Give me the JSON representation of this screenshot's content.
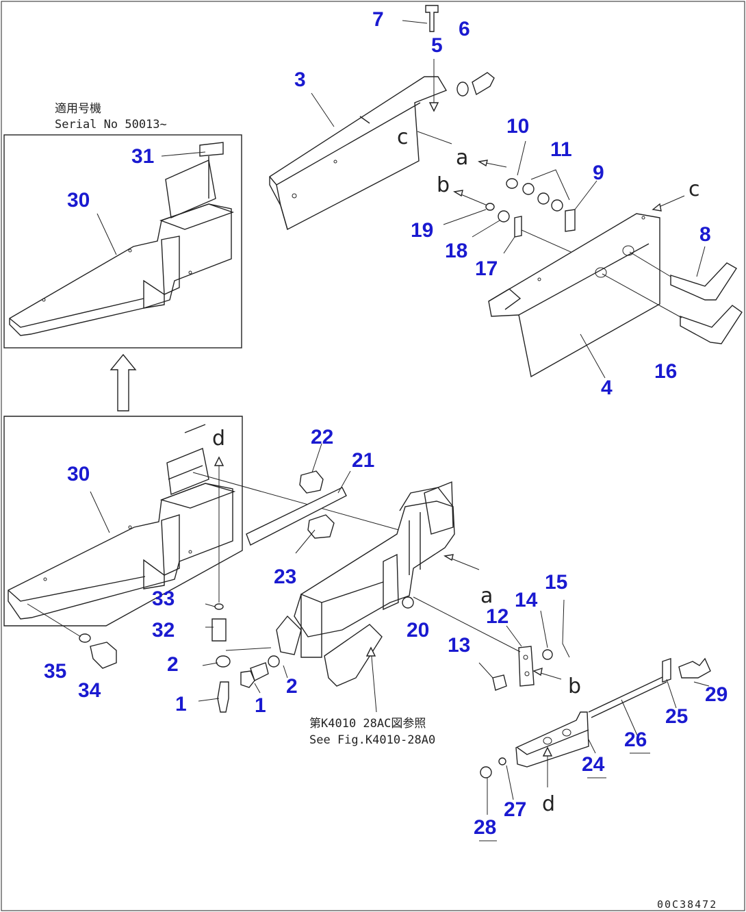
{
  "serial_note": {
    "line1": "適用号機",
    "line2": "Serial No 50013~"
  },
  "see_fig": {
    "line1": "第K4010 28AC図参照",
    "line2": "See Fig.K4010-28A0"
  },
  "drawing_code": "00C38472",
  "ref_letters": [
    "a",
    "b",
    "c",
    "d"
  ],
  "parts": [
    "1",
    "2",
    "3",
    "4",
    "5",
    "6",
    "7",
    "8",
    "9",
    "10",
    "11",
    "12",
    "13",
    "14",
    "15",
    "16",
    "17",
    "18",
    "19",
    "20",
    "21",
    "22",
    "23",
    "24",
    "25",
    "26",
    "27",
    "28",
    "29",
    "30",
    "31",
    "32",
    "33",
    "34",
    "35"
  ],
  "colors": {
    "part_label": "#1a1ad0",
    "line": "#222222"
  }
}
